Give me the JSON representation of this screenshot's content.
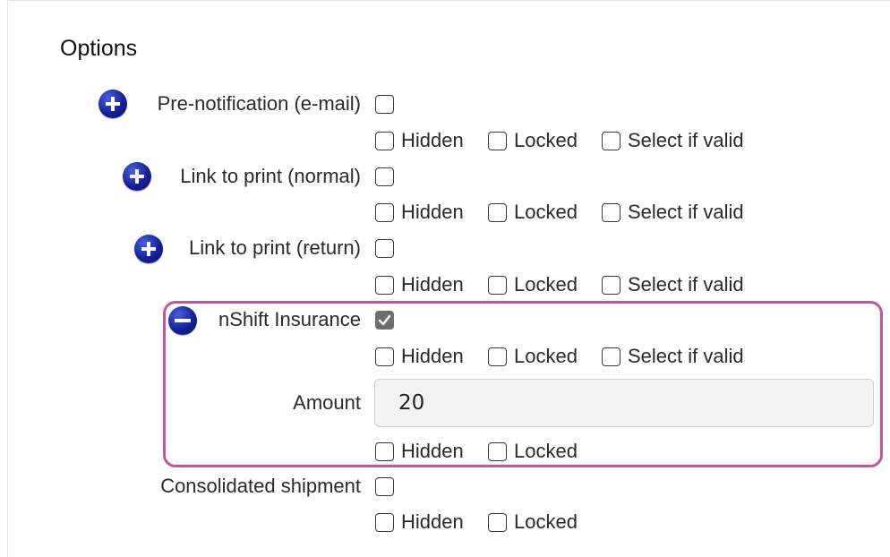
{
  "section_title": "Options",
  "option_labels": {
    "hidden": "Hidden",
    "locked": "Locked",
    "select_if_valid": "Select if valid"
  },
  "rows": [
    {
      "label": "Pre-notification (e-mail)",
      "expander": "plus",
      "checked": false
    },
    {
      "label": "Link to print (normal)",
      "expander": "plus",
      "checked": false
    },
    {
      "label": "Link to print (return)",
      "expander": "plus",
      "checked": false
    },
    {
      "label": "nShift Insurance",
      "expander": "minus",
      "checked": true
    },
    {
      "label": "Consolidated shipment",
      "expander": "none",
      "checked": false
    }
  ],
  "amount": {
    "label": "Amount",
    "value": "20"
  },
  "colors": {
    "expander": "#14209a",
    "highlight": "#c2569e",
    "checked": "#6e6e6e"
  }
}
